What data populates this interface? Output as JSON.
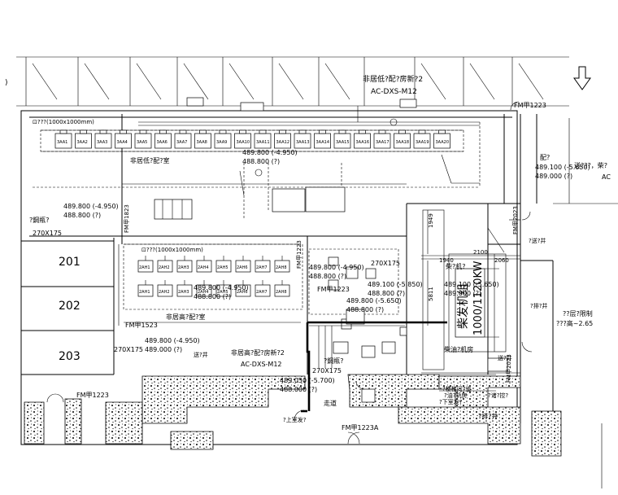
{
  "labels": {
    "top_ac_unit_name": "非居低?配?房新?2",
    "top_ac_unit_code": "AC-DXS-M12",
    "rack_label": "⊡???(1000x1000mm)",
    "door_fm_1223_top": "FM甲1223",
    "distribution_room": "配?",
    "distribution_elev_1": "489.100 (-5.650)",
    "distribution_elev_2": "489.000 (?)",
    "upper_room_name": "非居低?配?室",
    "upper_elev_1": "489.800 (-4.950)",
    "upper_elev_2": "488.800 (?)",
    "left_elev_1": "489.800 (-4.950)",
    "left_elev_2": "488.800 (?)",
    "left_room_fire": "?鋼瓶?",
    "left_dim_270": "270X175",
    "room_201": "201",
    "room_202": "202",
    "room_203": "203",
    "door_fm_1523": "FM甲1523",
    "door_fm_1823": "FM甲1823",
    "lower_rack_label": "⊡???(1000x1000mm)",
    "lower_room_name": "非居高?配?室",
    "lower_elev_1": "489.800 (-4.950)",
    "lower_elev_2": "488.800 (?)",
    "lower_left_elev_1": "489.800 (-4.950)",
    "lower_left_elev_2": "489.000 (?)",
    "lower_left_dim": "270X175",
    "lower_left_well": "送?井",
    "bottom_ac_unit_name": "非居高?配?房新?2",
    "bottom_ac_unit_code": "AC-DXS-M12",
    "mid_elev_1": "489.800 (-4.950)",
    "mid_elev_2": "488.800 (?)",
    "mid_dim": "270X175",
    "mid_door_1": "FM甲1223",
    "mid_door_2": "FM甲1223",
    "fire_room": "?鋼瓶?",
    "corridor_elev_1": "489.050 (-5.700)",
    "corridor_elev_2": "488.000 (?)",
    "corridor_dim": "270X175",
    "corridor": "走道",
    "corridor_door": "FM甲1223A",
    "bottom_left_door": "FM甲1223",
    "gen_room_title": "柴?机?",
    "gen_room_name": "柴发机组",
    "gen_room_power": "1000/1120KW",
    "gen_elev_1": "489.100 (-5.650)",
    "gen_elev_2": "489.000 (?)",
    "gen_mid_elev_1": "489.100 (-5.850)",
    "gen_mid_elev_2": "488.800 (?)",
    "gen_low_elev_1": "489.800 (-5.650)",
    "gen_low_elev_2": "488.800 (?)",
    "oil_room": "柴油?机房",
    "oil_room_2": "?油?机房",
    "dim_1940": "1940",
    "dim_2100": "2100",
    "dim_2060": "2060",
    "dim_1949": "1949",
    "dim_5811": "5811",
    "right_door": "FM甲2023",
    "right_door_2": "FM甲2023",
    "right_tag_1": "?送?井",
    "right_tag_2": "?排?井",
    "right_far_1": "送???，柴?",
    "right_far_2": "AC",
    "right_far_3": "??层?限制",
    "right_far_4": "???高~2.65",
    "stair_label": "?楼梯间?道",
    "down_label": "?下室发?",
    "bottom_right_well": "?排?井",
    "bottom_right_tag": "?诸?控?",
    "ramp_label": "?上室发?",
    "smoke_well": "送?井"
  },
  "unit_tags": [
    "3AA1",
    "3AA2",
    "3AA3",
    "3AA4",
    "3AA5",
    "3AA6",
    "3AA7",
    "3AA8",
    "3AA9",
    "3AA10",
    "3AA11",
    "3AA12",
    "3AA13",
    "3AA14",
    "3AA15",
    "3AA16",
    "3AA17",
    "3AA18",
    "3AA19",
    "3AA20"
  ],
  "lower_unit_tags": [
    "2AH1",
    "2AH2",
    "2AH3",
    "2AH4",
    "2AH5",
    "2AH6",
    "2AH7",
    "2AH8"
  ]
}
